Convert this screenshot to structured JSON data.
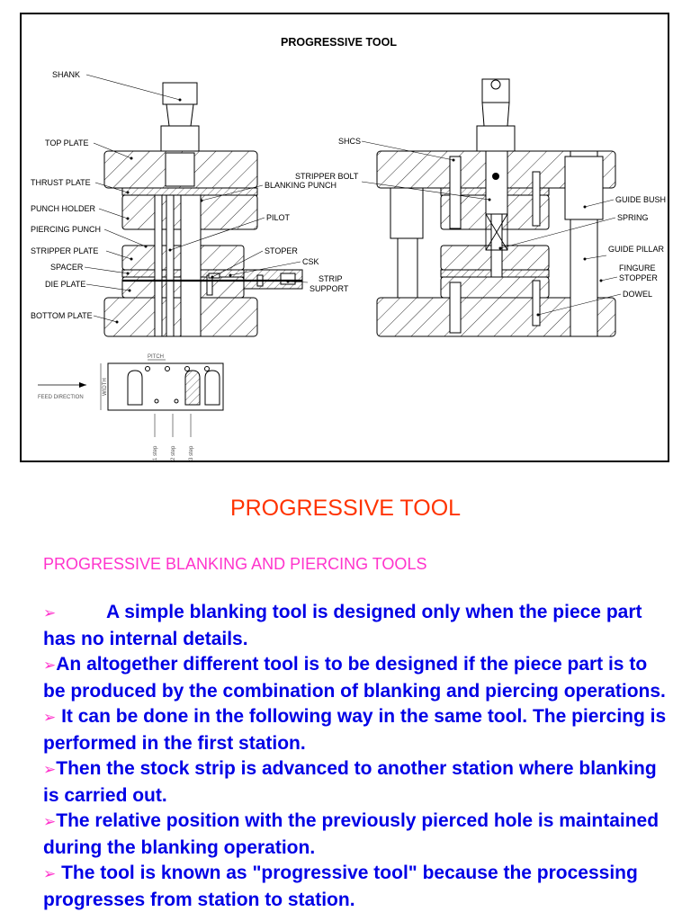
{
  "figure": {
    "title": "PROGRESSIVE TOOL",
    "labels_left": {
      "shank": "SHANK",
      "top_plate": "TOP PLATE",
      "thrust_plate": "THRUST PLATE",
      "punch_holder": "PUNCH HOLDER",
      "piercing_punch": "PIERCING PUNCH",
      "stripper_plate": "STRIPPER PLATE",
      "spacer": "SPACER",
      "die_plate": "DIE PLATE",
      "bottom_plate": "BOTTOM PLATE",
      "blanking_punch": "BLANKING PUNCH",
      "pilot": "PILOT",
      "stoper": "STOPER",
      "csk": "CSK",
      "strip": "STRIP",
      "support": "SUPPORT"
    },
    "labels_right": {
      "shcs": "SHCS",
      "stripper_bolt": "STRIPPER BOLT",
      "guide_bush": "GUIDE BUSH",
      "spring": "SPRING",
      "guide_pillar": "GUIDE PILLAR",
      "fingure": "FINGURE",
      "stopper": "STOPPER",
      "dowel": "DOWEL"
    },
    "strip_layout": {
      "feed_direction": "FEED DIRECTION",
      "pitch": "PITCH",
      "width": "WIDTH",
      "steps": [
        "1 step",
        "2 step",
        "3 step"
      ]
    }
  },
  "heading": "PROGRESSIVE TOOL",
  "subheading": "PROGRESSIVE BLANKING AND PIERCING TOOLS",
  "bullet_glyph": "➢",
  "points": [
    "A simple blanking tool is designed only when the piece part has no internal details.",
    "An altogether different tool is to be designed if the piece part is to be produced by the combination of blanking and piercing operations.",
    " It can be done in the following way in the same tool. The piercing is performed in the first station.",
    "Then the stock strip is advanced to another station where blanking is carried out.",
    "The relative position with the previously pierced hole is maintained during the blanking operation.",
    " The tool is known as \"progressive tool\" because the processing progresses from station to station."
  ]
}
